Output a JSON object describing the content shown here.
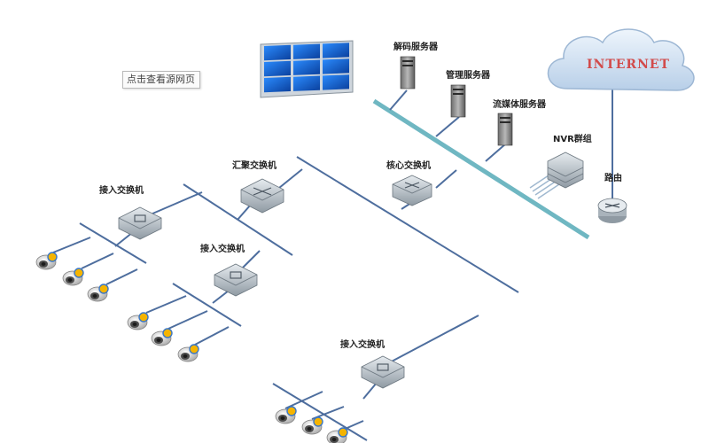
{
  "view_source_link": "点击查看源网页",
  "internet_label": "INTERNET",
  "labels": {
    "decode_server": "解码服务器",
    "management_server": "管理服务器",
    "streaming_server": "流媒体服务器",
    "nvr_group": "NVR群组",
    "router": "路由",
    "core_switch": "核心交换机",
    "aggregation_switch": "汇聚交换机",
    "access_switch_1": "接入交换机",
    "access_switch_2": "接入交换机",
    "access_switch_3": "接入交换机"
  },
  "colors": {
    "line": "#4e6e9e",
    "teal_bus": "#6fb7c2",
    "cloud": "#cfe0f2"
  },
  "icons": {
    "video_wall": "video-wall-icon",
    "server": "server-icon",
    "switch": "switch-icon",
    "router": "router-icon",
    "camera": "camera-icon",
    "cloud": "cloud-icon"
  }
}
